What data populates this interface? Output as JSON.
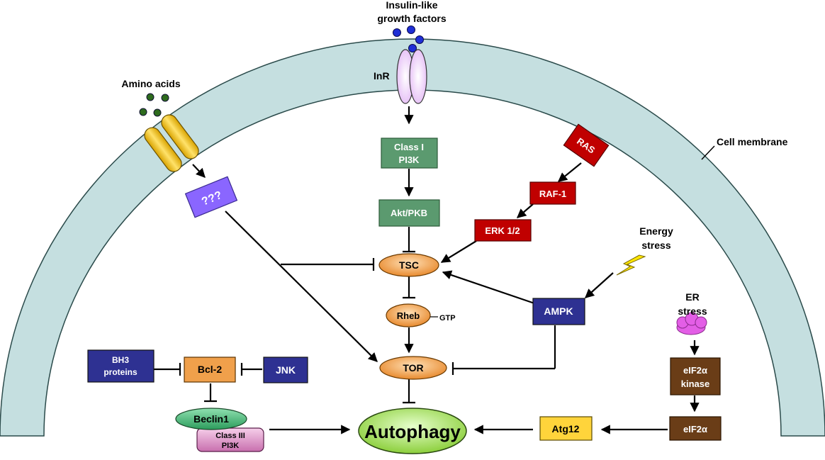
{
  "labels": {
    "insulin_line1": "Insulin-like",
    "insulin_line2": "growth factors",
    "inr": "InR",
    "amino_acids": "Amino acids",
    "cell_membrane": "Cell membrane",
    "energy_line1": "Energy",
    "energy_line2": "stress",
    "er_line1": "ER",
    "er_line2": "stress",
    "gtp": "GTP"
  },
  "nodes": {
    "class1_line1": "Class I",
    "class1_line2": "PI3K",
    "akt": "Akt/PKB",
    "unknown": "???",
    "ras": "RAS",
    "raf": "RAF-1",
    "erk": "ERK 1/2",
    "tsc": "TSC",
    "rheb": "Rheb",
    "ampk": "AMPK",
    "tor": "TOR",
    "bh3_line1": "BH3",
    "bh3_line2": "proteins",
    "bcl2": "Bcl-2",
    "jnk": "JNK",
    "beclin": "Beclin1",
    "class3_line1": "Class III",
    "class3_line2": "PI3K",
    "autophagy": "Autophagy",
    "atg12": "Atg12",
    "eif2a_kinase_line1": "eIF2α",
    "eif2a_kinase_line2": "kinase",
    "eif2a": "eIF2α"
  },
  "colors": {
    "membrane": "#c5dfe0",
    "green_box": "#5b9a6f",
    "red_box": "#c00000",
    "blue_box": "#2e3192",
    "purple_box": "#8a66ff",
    "orange": "#f0a04b",
    "brown": "#6a3d17",
    "yellow": "#ffd43b",
    "autophagy": "#a5e05a",
    "beclin": "#3cb371",
    "class3": "#dc8ec8",
    "ligand_blue": "#1f2fd6",
    "ligand_green": "#2e6b1e"
  }
}
